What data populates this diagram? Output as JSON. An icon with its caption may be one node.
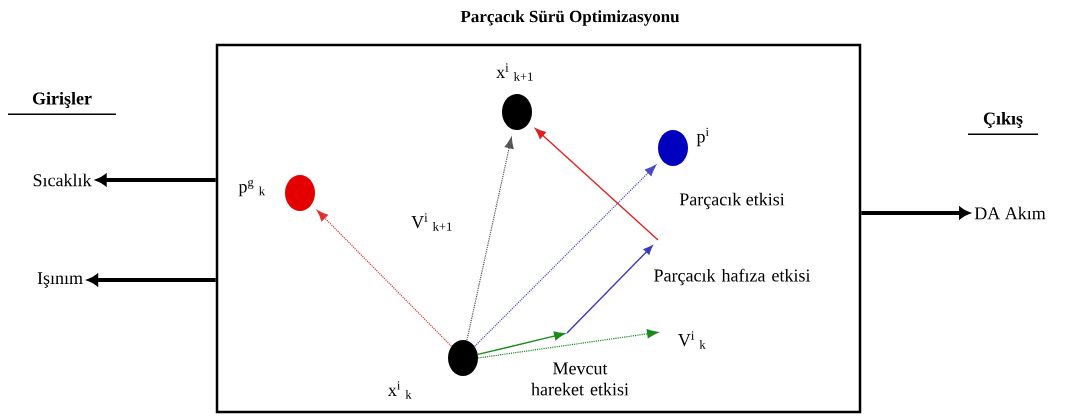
{
  "diagram": {
    "nodes": [
      {
        "text": [
          "Parçacık Sürü Optimizasyonu"
        ]
      },
      {
        "text": [],
        "shape": "circle",
        "in": 0,
        "beside": [
          "x$^{i}$ $_{k+1}$"
        ]
      },
      {
        "text": [],
        "shape": "circle",
        "in": 0,
        "beside": [
          "p$^{g}$ $_{k}$"
        ]
      },
      {
        "text": [],
        "shape": "circle",
        "in": 0,
        "beside": [
          "p$^{i}$"
        ]
      },
      {
        "text": [],
        "shape": "circle",
        "in": 0,
        "beside": [
          "x$^{i}$ $_{k}$"
        ]
      },
      {
        "text": [
          "Sıcaklık"
        ]
      },
      {
        "text": [
          "Işınım"
        ]
      },
      {
        "text": [
          "DA Akım"
        ]
      }
    ],
    "edges": [
      {
        "from": 0,
        "to": 5,
        "arrow": "to",
        "style": "thick"
      },
      {
        "from": 0,
        "to": 6,
        "arrow": "to",
        "style": "thick"
      },
      {
        "from": 0,
        "to": 7,
        "arrow": "to",
        "style": "thick"
      },
      {
        "from": 4,
        "to": 1,
        "arrow": "to",
        "style": "dashed",
        "color": "#555555",
        "label": "V$^{i}$ $_{k+1}$"
      },
      {
        "from": 4,
        "to": 2,
        "arrow": "to",
        "style": "dashed",
        "color": "#e03030"
      },
      {
        "from": 4,
        "to": 3,
        "arrow": "to",
        "style": "dashed",
        "color": "#4a4ac8"
      },
      {
        "from": 4,
        "to": null,
        "arrow": "to",
        "style": "dashed",
        "color": "#1a8a1a"
      },
      {
        "from": 4,
        "to": null,
        "arrow": "to",
        "color": "#1a8a1a"
      },
      {
        "from": null,
        "to": 1,
        "arrow": "to",
        "color": "#e02020"
      }
    ],
    "labels": [
      "Girişler",
      "Çıkış",
      "Parçacık etkisi",
      "Parçacık hafıza etkisi",
      "V$^{i}$ $_{k}$",
      "Mevcut hareket etkisi"
    ]
  }
}
